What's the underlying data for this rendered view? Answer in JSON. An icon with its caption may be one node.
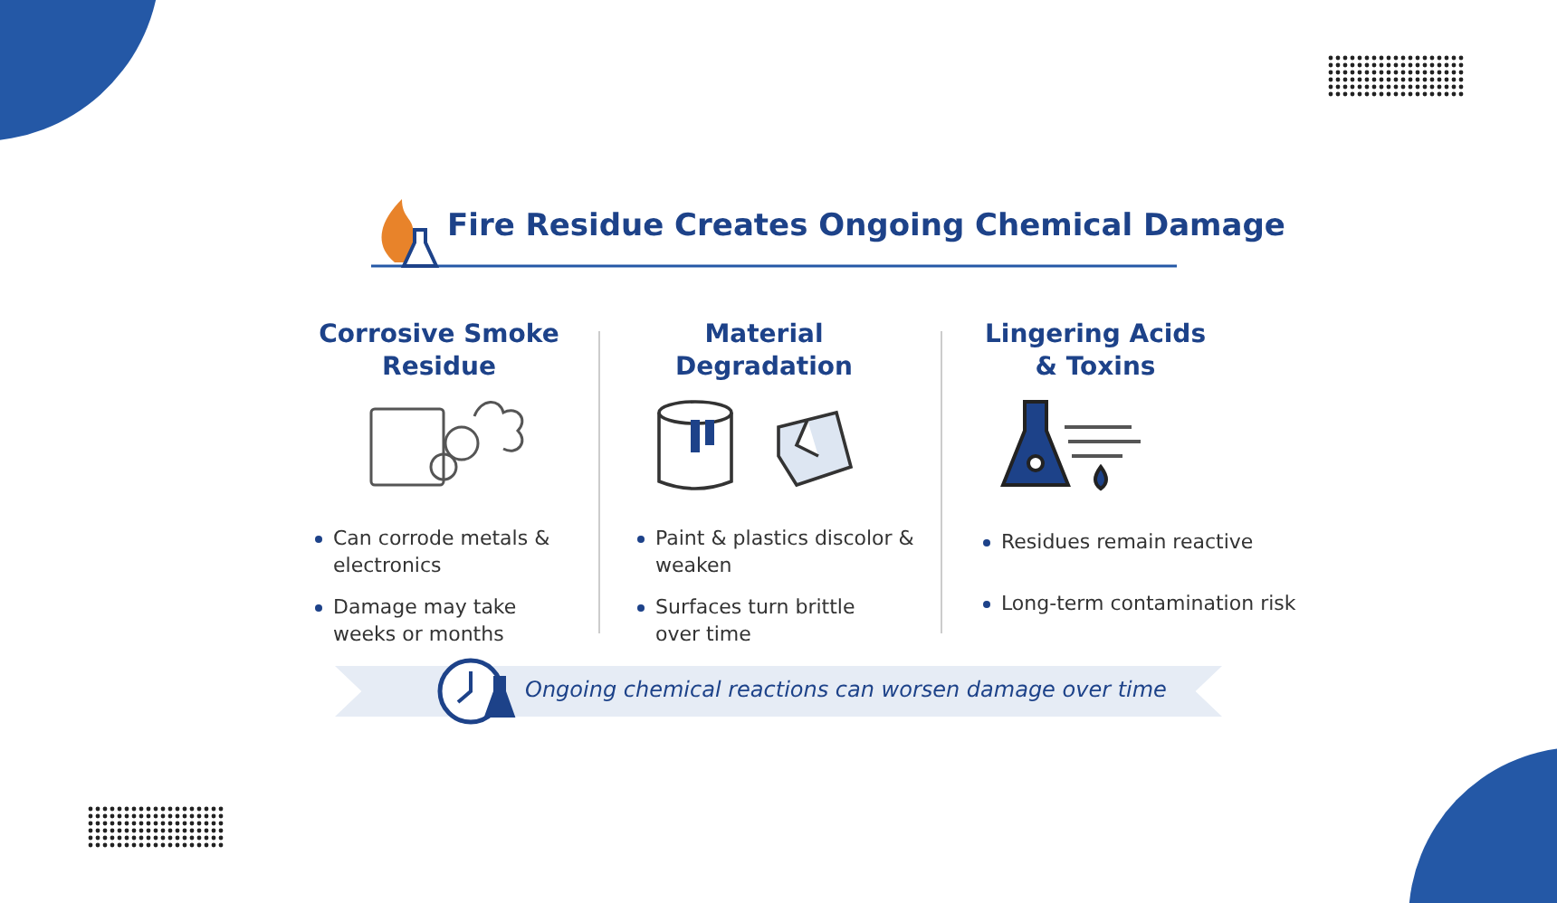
{
  "diagram": {
    "title": "Fire Residue Creates Ongoing Chemical Damage",
    "nodes": [
      {
        "text": [
          "Ongoing chemical reactions can worsen damage over time"
        ]
      }
    ],
    "labels": [
      "Corrosive Smoke Residue",
      "Can corrode metals & electronics",
      "Damage may take weeks or months",
      "Material Degradation",
      "Paint & plastics discolor & weaken",
      "Surfaces turn brittle over time",
      "Lingering Acids & Toxins",
      "Residues remain reactive",
      "Long-term contamination risk"
    ]
  }
}
